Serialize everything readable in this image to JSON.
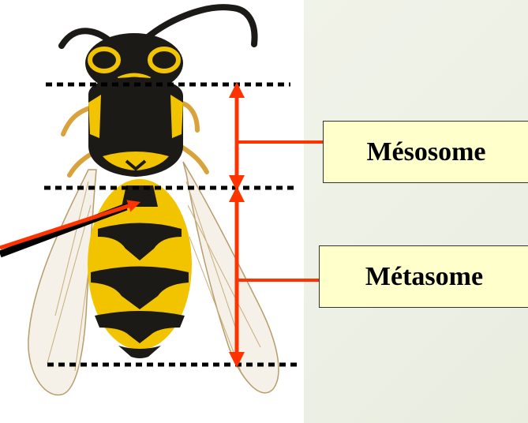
{
  "labels": {
    "mesosome": "Mésosome",
    "metasome": "Métasome"
  },
  "colors": {
    "arrow": "#ff3300",
    "label_bg": "#ffffcc",
    "wasp_yellow": "#f2c400",
    "wasp_black": "#1c1a17"
  },
  "icons": {
    "insect": "wasp-illustration"
  }
}
